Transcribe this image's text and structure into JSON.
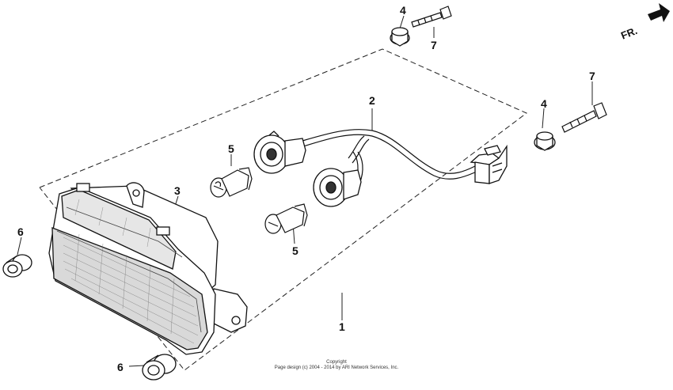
{
  "callouts": {
    "c1": "1",
    "c2": "2",
    "c3": "3",
    "c4a": "4",
    "c4b": "4",
    "c5a": "5",
    "c5b": "5",
    "c6a": "6",
    "c6b": "6",
    "c7a": "7",
    "c7b": "7"
  },
  "direction_label": "FR.",
  "copyright": {
    "line1": "Copyright",
    "line2": "Page design (c) 2004 - 2014 by ARI Network Services, Inc."
  },
  "colors": {
    "ink": "#111111",
    "background": "#ffffff"
  }
}
